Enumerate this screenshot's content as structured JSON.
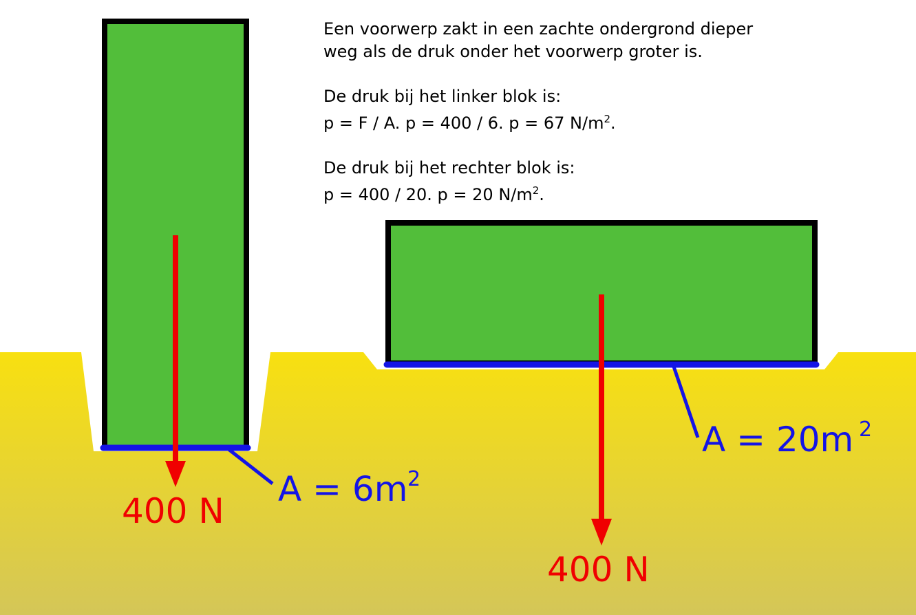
{
  "explanation": {
    "intro_line1": "Een voorwerp zakt in een zachte ondergrond dieper",
    "intro_line2": "weg als de druk onder het voorwerp groter is.",
    "left_heading": "De druk bij het linker blok is:",
    "left_formula": "p = F / A. p = 400 / 6. p = 67 N/m",
    "left_formula_sup": "2",
    "left_formula_end": ".",
    "right_heading": "De druk bij het rechter blok is:",
    "right_formula": "p = 400 / 20. p = 20 N/m",
    "right_formula_sup": "2",
    "right_formula_end": "."
  },
  "left_block": {
    "force_label": "400 N",
    "area_label": "A = 6m",
    "area_sup": "2"
  },
  "right_block": {
    "force_label": "400 N",
    "area_label": "A = 20m",
    "area_sup": "2"
  },
  "colors": {
    "block_fill": "#52be3a",
    "block_border": "#000000",
    "ground_top": "#f8e010",
    "ground_bottom": "#d4c658",
    "force_arrow": "#f00000",
    "area_line": "#1414e6"
  }
}
